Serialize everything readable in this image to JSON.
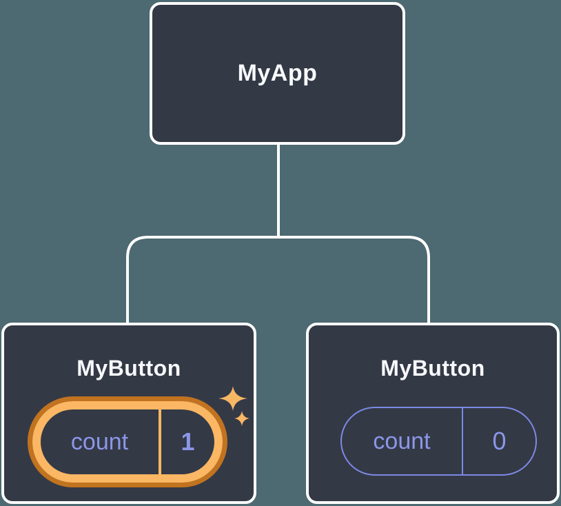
{
  "diagram": {
    "root": {
      "label": "MyApp"
    },
    "children": [
      {
        "label": "MyButton",
        "state": {
          "key": "count",
          "value": "1"
        },
        "highlighted": true
      },
      {
        "label": "MyButton",
        "state": {
          "key": "count",
          "value": "0"
        },
        "highlighted": false
      }
    ]
  },
  "icons": {
    "sparkle_large": "sparkle-icon",
    "sparkle_small": "sparkle-icon"
  },
  "colors": {
    "background": "#4D6971",
    "node_background": "#343946",
    "node_border": "#FFFFFF",
    "node_text": "#F7F9FB",
    "connector": "#FFFFFF",
    "state_text": "#8B97E8",
    "state_pill_border": "#7D8AE6",
    "highlight_ring_outer": "#C1731F",
    "highlight_ring_inner": "#FBB763",
    "sparkle": "#F8B765"
  }
}
